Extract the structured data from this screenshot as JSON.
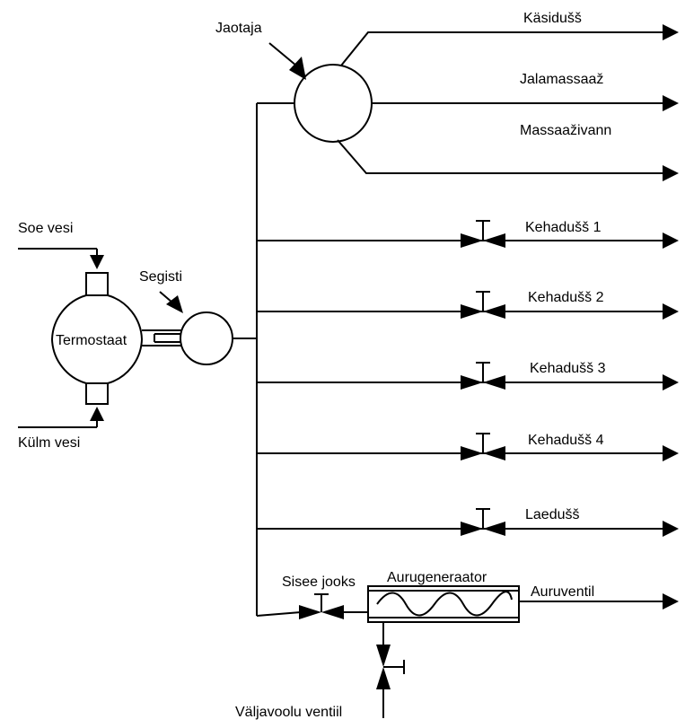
{
  "labels": {
    "jaotaja": "Jaotaja",
    "kasidush": "Käsidušš",
    "jalamassaaz": "Jalamassaaž",
    "massaazivann": "Massaaživann",
    "soe_vesi": "Soe vesi",
    "segisti": "Segisti",
    "termostaat": "Termostaat",
    "kulm_vesi": "Külm vesi",
    "kehadush1": "Kehadušš 1",
    "kehadush2": "Kehadušš 2",
    "kehadush3": "Kehadušš 3",
    "kehadush4": "Kehadušš 4",
    "laedush": "Laedušš",
    "sisee_jooks": "Sisee jooks",
    "aurugeneraator": "Aurugeneraator",
    "auruventil": "Auruventil",
    "valjavoolu_ventiil": "Väljavoolu ventiil"
  }
}
